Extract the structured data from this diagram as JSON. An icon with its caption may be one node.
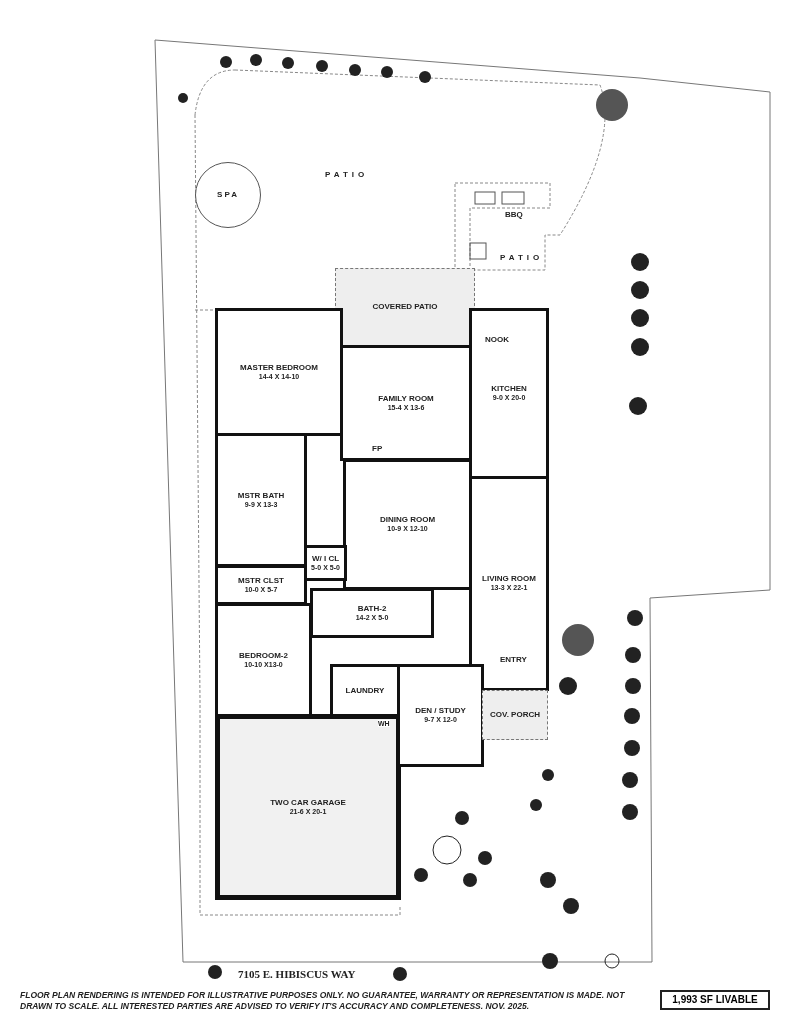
{
  "diagram": {
    "title": "7105 E. HIBISCUS WAY",
    "caption": "FLOOR PLAN RENDERING IS INTENDED FOR ILLUSTRATIVE PURPOSES ONLY. NO GUARANTEE, WARRANTY OR REPRESENTATION IS MADE. NOT DRAWN TO SCALE. ALL INTERESTED PARTIES ARE ADVISED TO VERIFY IT'S ACCURACY AND COMPLETENESS. NOV. 2025.",
    "nodes": [
      {
        "text": [
          "SPA"
        ]
      },
      {
        "text": [
          "COVERED PATIO"
        ]
      },
      {
        "text": [
          "MASTER BEDROOM",
          "14-4 X 14-10"
        ]
      },
      {
        "text": [
          "FAMILY ROOM",
          "15-4 X 13-6"
        ]
      },
      {
        "text": [
          "KITCHEN",
          "9-0 X 20-0"
        ]
      },
      {
        "text": [
          "MSTR BATH",
          "9-9 X 13-3"
        ]
      },
      {
        "text": [
          "DINING ROOM",
          "10-9 X 12-10"
        ]
      },
      {
        "text": [
          "W/ I CL",
          "5-0 X 5-0"
        ]
      },
      {
        "text": [
          "LIVING ROOM",
          "13-3 X 22-1"
        ]
      },
      {
        "text": [
          "MSTR CLST",
          "10-0 X 5-7"
        ]
      },
      {
        "text": [
          "BATH-2",
          "14-2 X 5-0"
        ]
      },
      {
        "text": [
          "BEDROOM-2",
          "10-10 X13-0"
        ]
      },
      {
        "text": [
          "LAUNDRY"
        ]
      },
      {
        "text": [
          "DEN / STUDY",
          "9-7 X 12-0"
        ]
      },
      {
        "text": [
          "COV. PORCH"
        ]
      },
      {
        "text": [
          "TWO CAR GARAGE",
          "21-6 X 20-1"
        ]
      },
      {
        "text": [
          "1,993 SF LIVABLE"
        ]
      }
    ],
    "labels": [
      "PATIO",
      "BBQ",
      "PATIO",
      "NOOK",
      "FP",
      "ENTRY",
      "WH"
    ]
  }
}
